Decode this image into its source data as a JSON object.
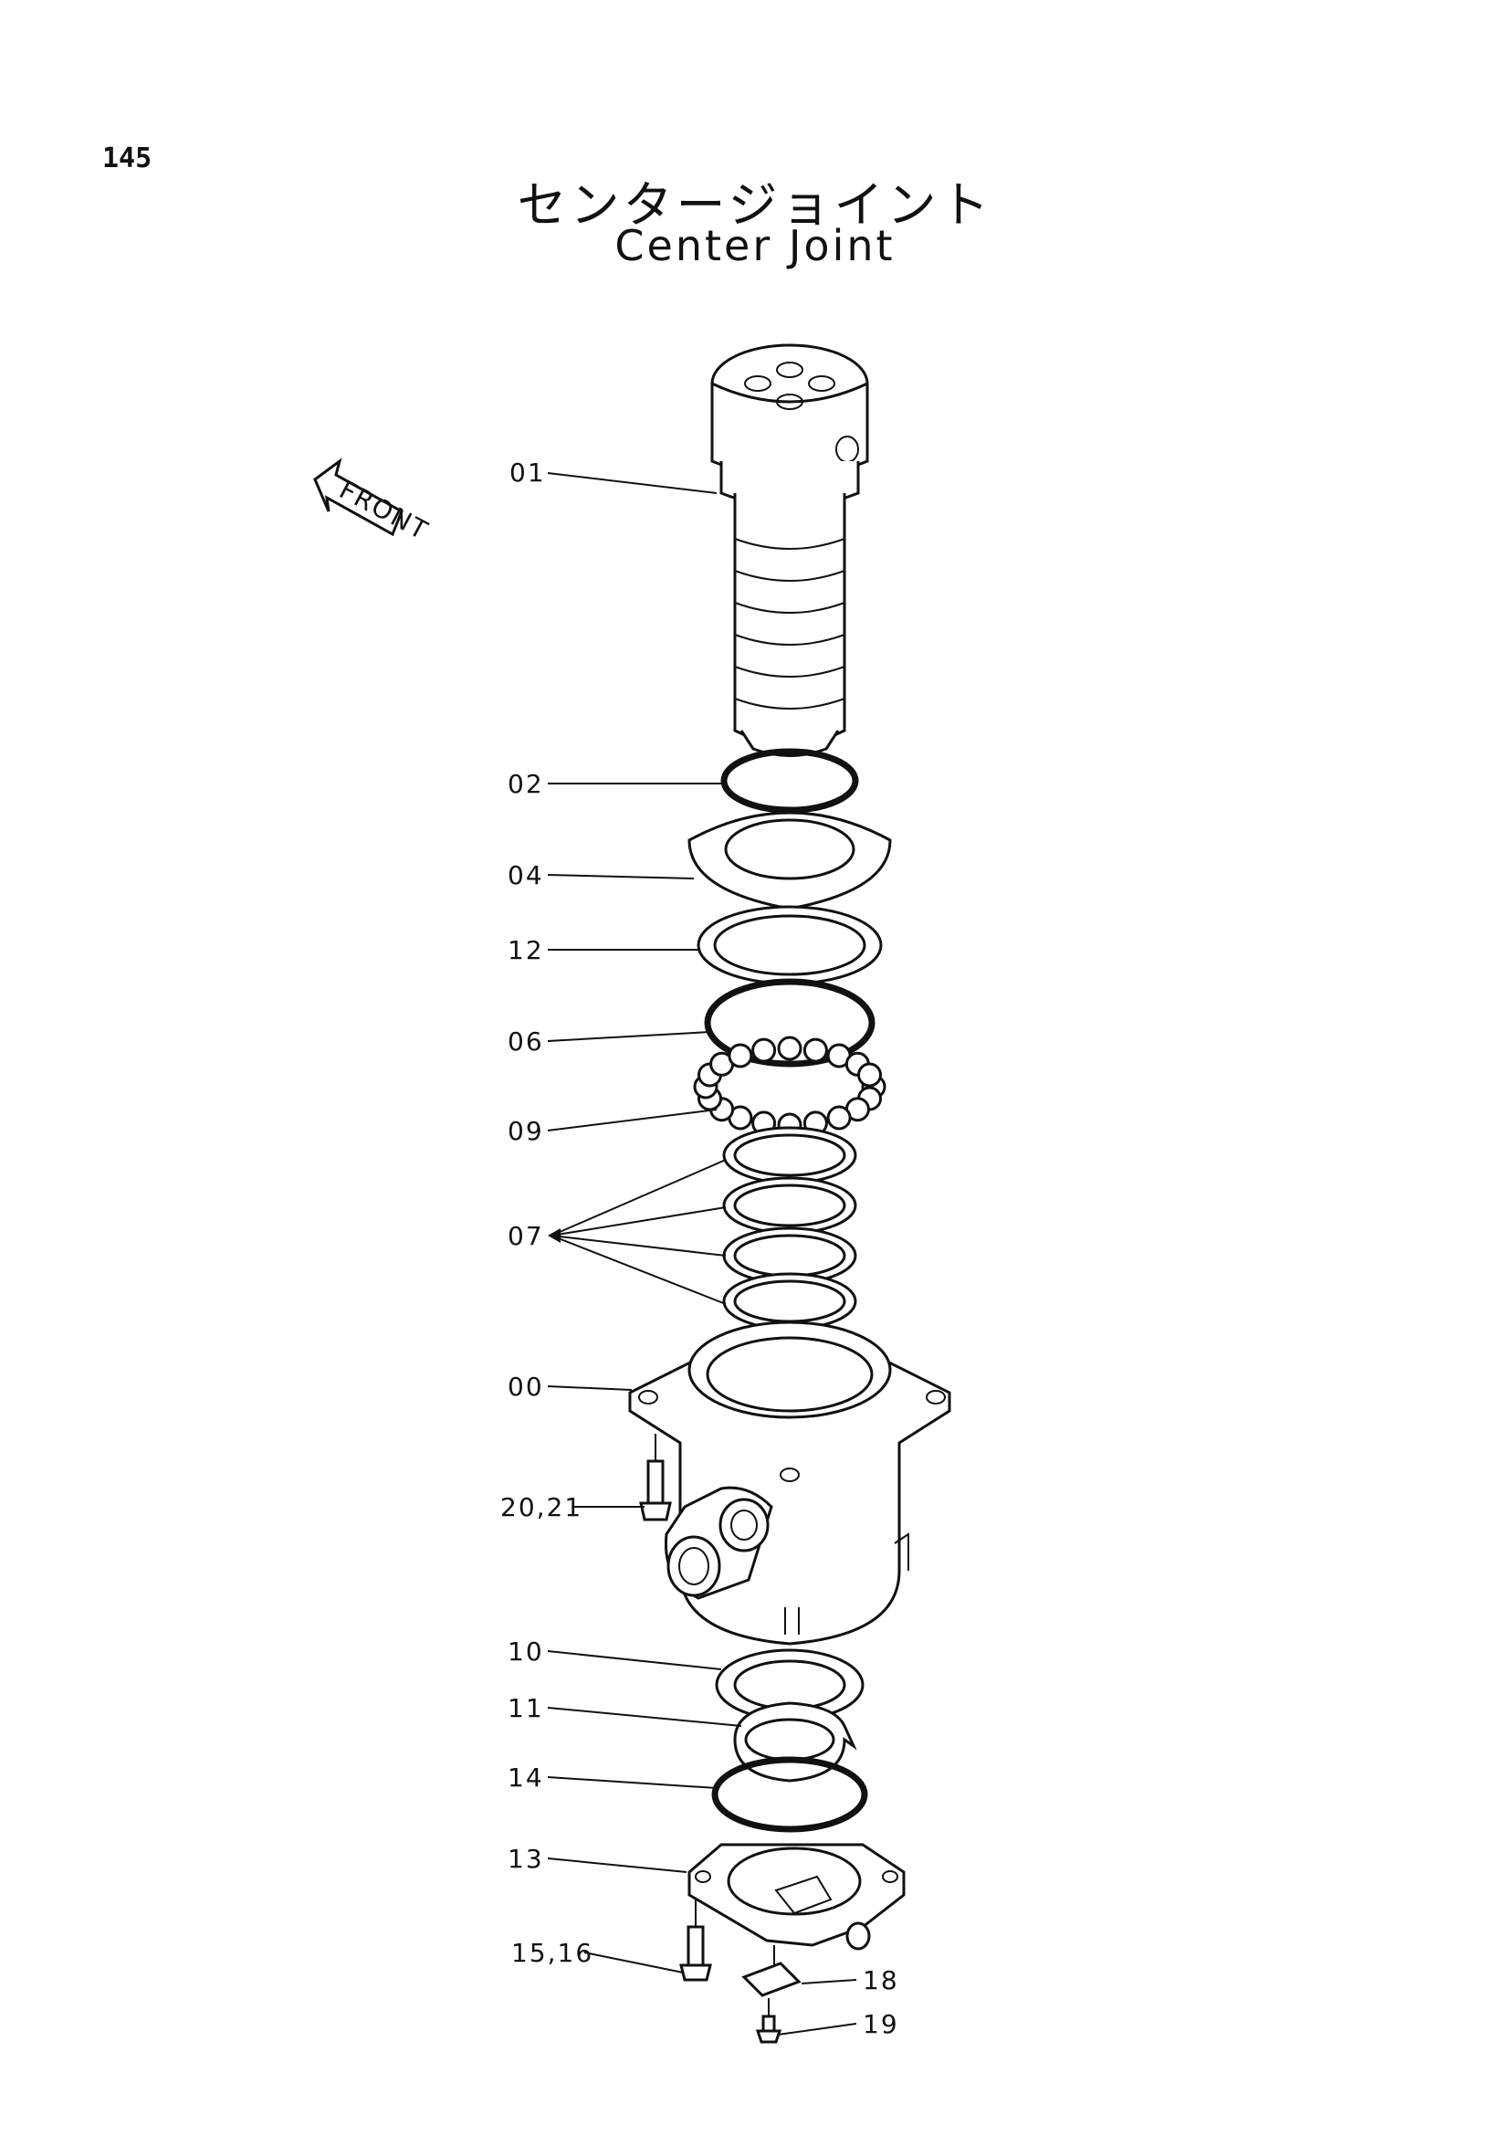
{
  "page_number": "145",
  "title_jp": "センタージョイント",
  "title_en": "Center Joint",
  "front_marker": "FRONT",
  "labels": {
    "p01": "01",
    "p02": "02",
    "p04": "04",
    "p12": "12",
    "p06": "06",
    "p09": "09",
    "p07": "07",
    "p00": "00",
    "p2021": "20,21",
    "p10": "10",
    "p11": "11",
    "p14": "14",
    "p13": "13",
    "p1516": "15,16",
    "p18": "18",
    "p19": "19"
  }
}
